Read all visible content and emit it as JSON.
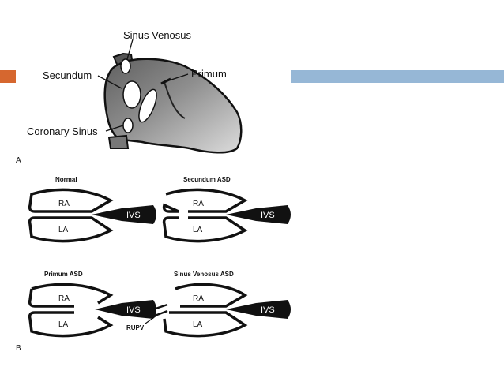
{
  "colors": {
    "left_accent": "#d6672f",
    "right_accent": "#96b7d6"
  },
  "figure_a": {
    "panel_letter": "A",
    "labels": {
      "sinus_venosus": "Sinus Venosus",
      "secundum": "Secundum",
      "primum": "Primum",
      "coronary_sinus": "Coronary Sinus"
    }
  },
  "figure_b": {
    "panel_letter": "B",
    "panels": [
      {
        "title": "Normal",
        "ra": "RA",
        "la": "LA",
        "ivs": "IVS"
      },
      {
        "title": "Secundum ASD",
        "ra": "RA",
        "la": "LA",
        "ivs": "IVS"
      },
      {
        "title": "Primum ASD",
        "ra": "RA",
        "la": "LA",
        "ivs": "IVS"
      },
      {
        "title": "Sinus Venosus ASD",
        "ra": "RA",
        "la": "LA",
        "ivs": "IVS",
        "extra": "RUPV"
      }
    ]
  }
}
